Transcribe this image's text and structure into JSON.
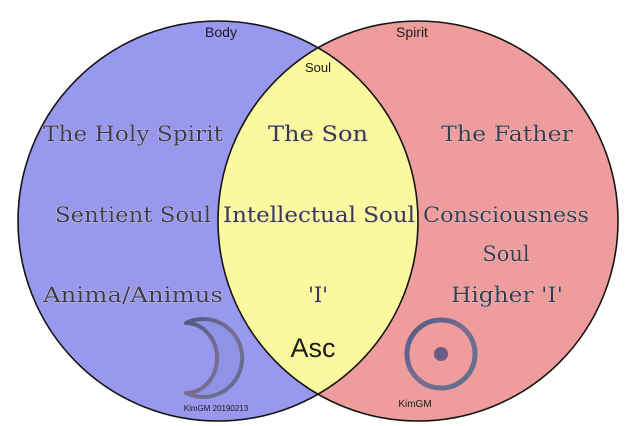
{
  "colors": {
    "body_circle": "#9899ee",
    "spirit_circle": "#ef9c9c",
    "soul_intersection": "#fcf8a0",
    "outline": "#141414",
    "symbol_stroke": "#5a5f84"
  },
  "circles": {
    "left_title": "Body",
    "right_title": "Spirit",
    "intersection_title": "Soul"
  },
  "left": {
    "row1": "The Holy Spirit",
    "row2": "Sentient Soul",
    "row3": "Anima/Animus",
    "symbol": "moon-icon"
  },
  "center": {
    "row1": "The Son",
    "row2": "Intellectual Soul",
    "row3": "'I'",
    "bottom": "Asc"
  },
  "right": {
    "row1": "The Father",
    "row2a": "Consciousness",
    "row2b": "Soul",
    "row3": "Higher 'I'",
    "symbol": "sun-icon"
  },
  "credits": {
    "left": "KimGM 20190213",
    "right": "KimGM"
  }
}
